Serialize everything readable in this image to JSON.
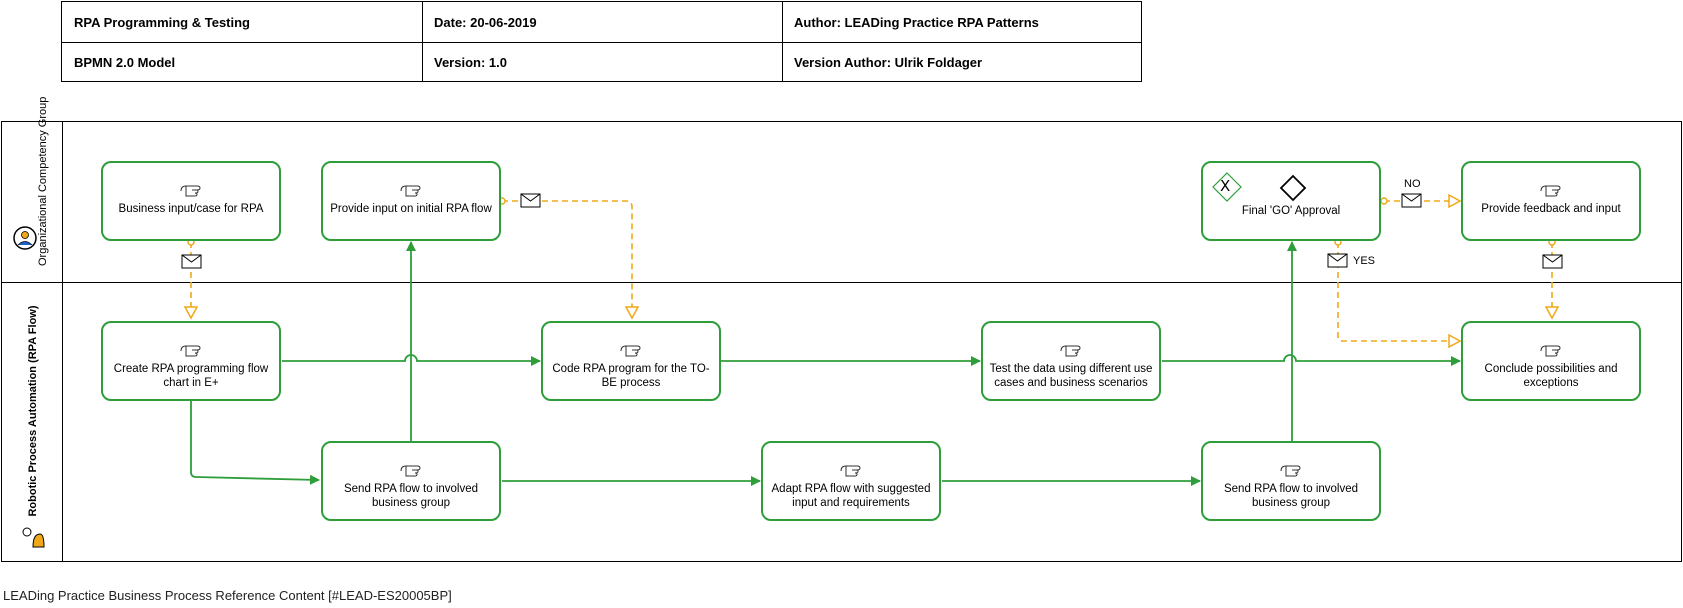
{
  "header": {
    "row1": [
      "RPA Programming & Testing",
      "Date: 20-06-2019",
      "Author: LEADing Practice RPA Patterns"
    ],
    "row2": [
      "BPMN 2.0 Model",
      "Version: 1.0",
      "Version Author: Ulrik Foldager"
    ]
  },
  "lanes": {
    "top": "Organizational Competency Group",
    "bottom": "Robotic Process Automation (RPA Flow)"
  },
  "tasks": {
    "business_input": "Business input/case for RPA",
    "provide_input": "Provide input on initial RPA flow",
    "final_go": "Final 'GO' Approval",
    "provide_feedback": "Provide feedback and input",
    "create_chart": "Create RPA programming flow chart in E+",
    "code_program": "Code RPA program for the TO-BE process",
    "test_data": "Test the data using different use cases and business scenarios",
    "conclude": "Conclude possibilities and exceptions",
    "send_flow_1": "Send RPA flow to involved business group",
    "adapt_flow": "Adapt RPA flow with suggested input and requirements",
    "send_flow_2": "Send RPA flow to involved business group"
  },
  "gateway_marker": "X",
  "edge_labels": {
    "no": "NO",
    "yes": "YES"
  },
  "colors": {
    "sequence_flow": "#2e9e3a",
    "message_flow": "#f0a818"
  },
  "footer": "LEADing Practice Business Process Reference Content [#LEAD-ES20005BP]"
}
